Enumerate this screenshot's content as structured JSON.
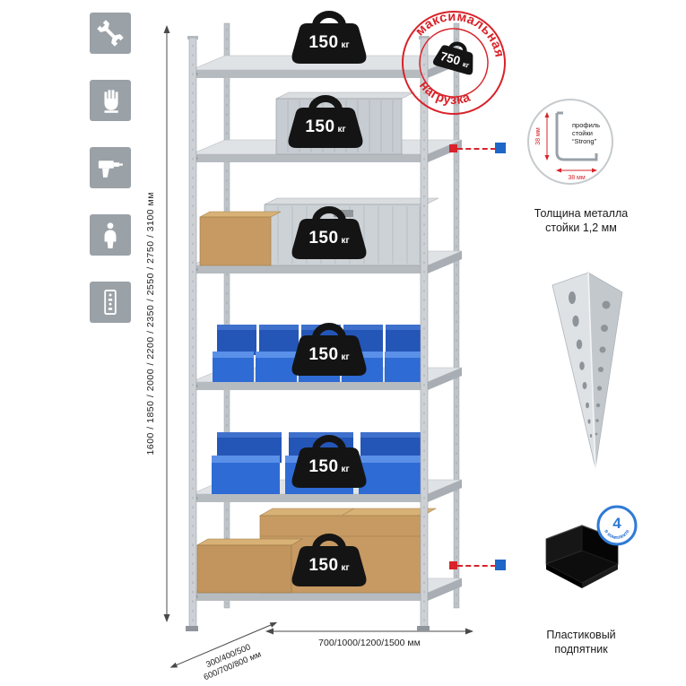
{
  "sidebar": {
    "icons": [
      {
        "name": "wrench"
      },
      {
        "name": "glove"
      },
      {
        "name": "drill"
      },
      {
        "name": "person"
      },
      {
        "name": "rack-post"
      }
    ]
  },
  "dims": {
    "height": "1600 / 1850 / 2000 / 2200 / 2350 / 2550 / 2750 / 3100 мм",
    "depth_line1": "300/400/500",
    "depth_line2": "600/700/800 мм",
    "width": "700/1000/1200/1500 мм"
  },
  "shelves": [
    {
      "value": "150",
      "unit": "кг"
    },
    {
      "value": "150",
      "unit": "кг"
    },
    {
      "value": "150",
      "unit": "кг"
    },
    {
      "value": "150",
      "unit": "кг"
    },
    {
      "value": "150",
      "unit": "кг"
    },
    {
      "value": "150",
      "unit": "кг"
    }
  ],
  "stamp": {
    "arc_top": "максимальная",
    "arc_bottom": "нагрузка",
    "value": "750",
    "unit": "кг"
  },
  "profile_detail": {
    "dim_vertical": "38 мм",
    "dim_horizontal": "38 мм",
    "label_line1": "профиль",
    "label_line2": "стойки",
    "label_line3": "“Strong”",
    "caption_line1": "Толщина металла",
    "caption_line2": "стойки 1,2 мм"
  },
  "foot": {
    "badge_value": "4",
    "badge_text": "в комплекте",
    "caption_line1": "Пластиковый",
    "caption_line2": "подпятник"
  },
  "colors": {
    "red": "#d8232a",
    "blue": "#1e66c8",
    "tile_gray": "#9aa1a7"
  }
}
